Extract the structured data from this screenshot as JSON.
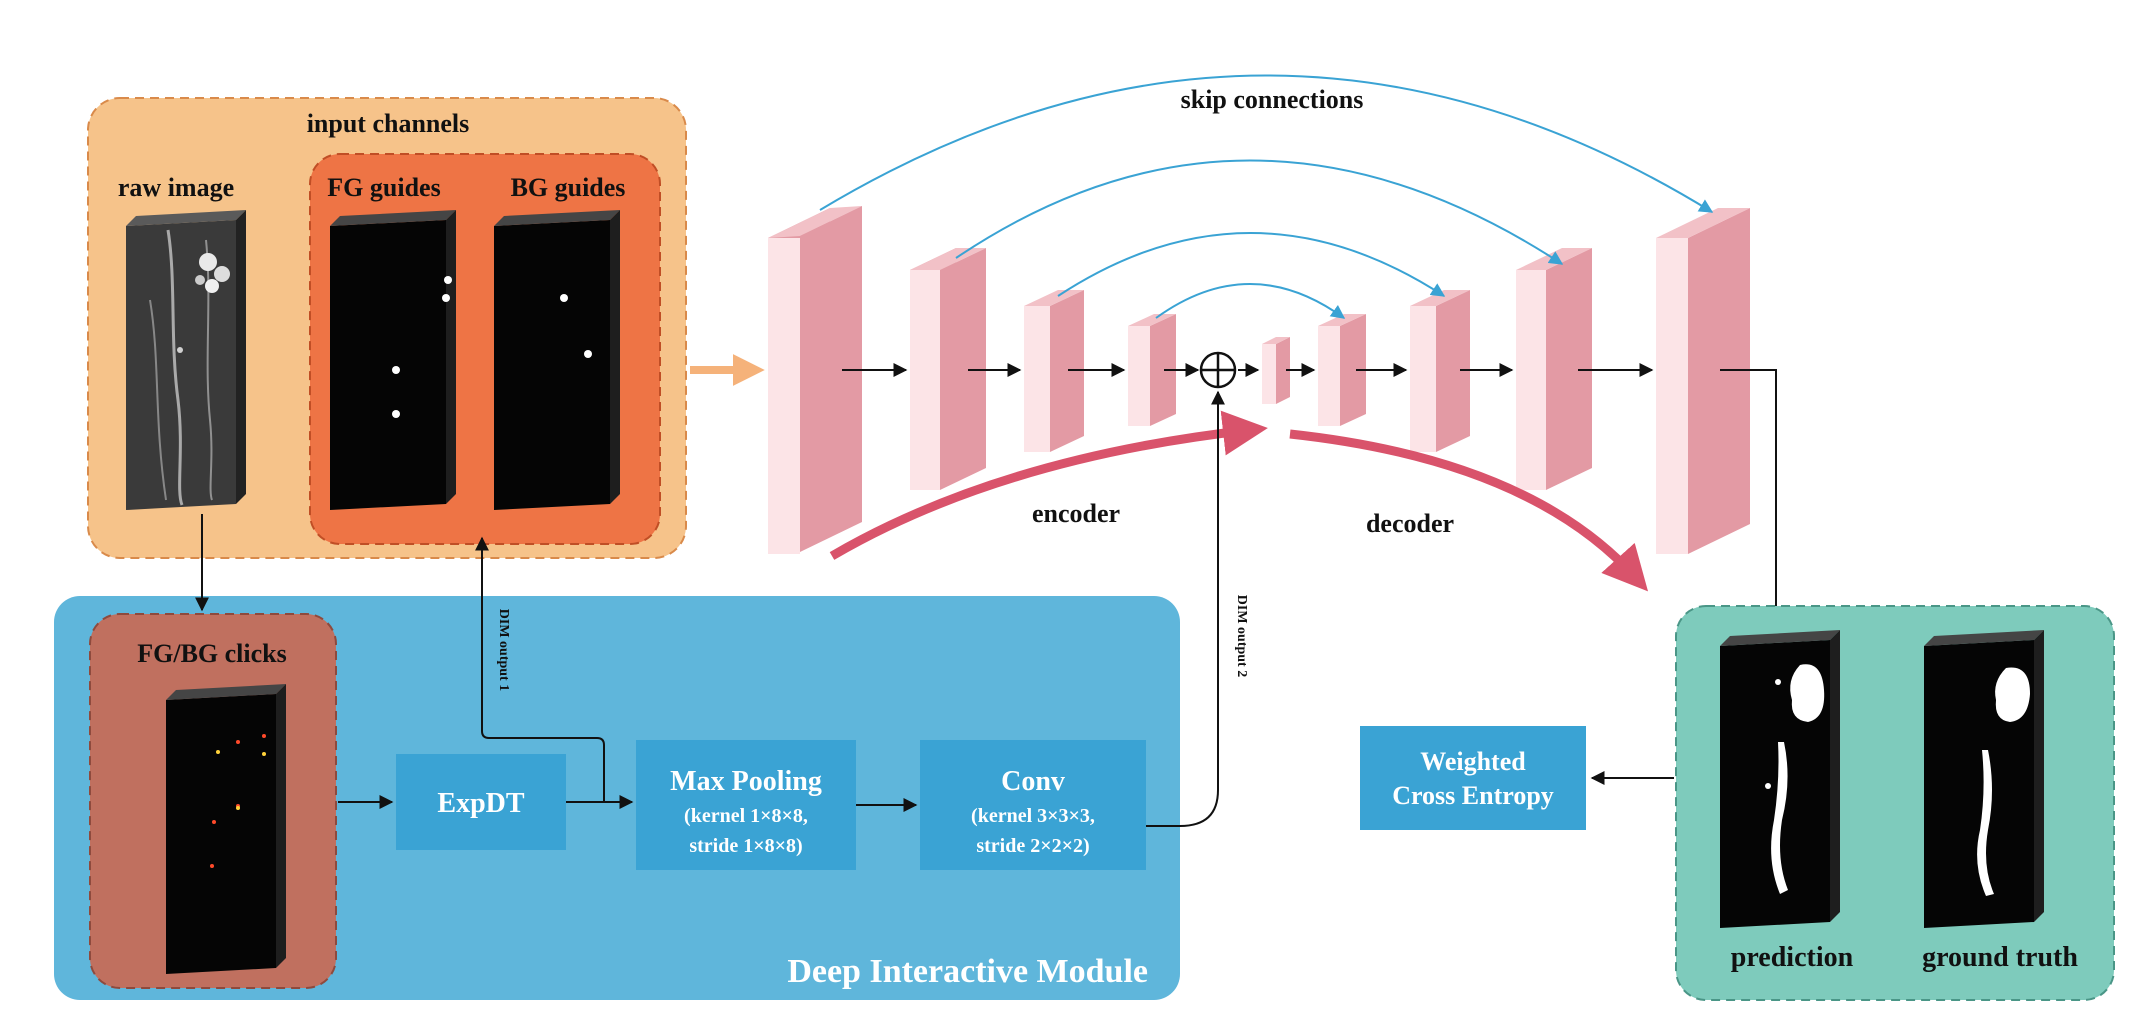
{
  "input_panel": {
    "title": "input channels",
    "raw_image_label": "raw image",
    "fg_guides_label": "FG guides",
    "bg_guides_label": "BG guides"
  },
  "unet": {
    "skip_label": "skip connections",
    "encoder_label": "encoder",
    "decoder_label": "decoder"
  },
  "dim": {
    "title": "Deep Interactive Module",
    "clicks_label": "FG/BG clicks",
    "expdt_label": "ExpDT",
    "maxpool_line1": "Max Pooling",
    "maxpool_line2": "(kernel 1×8×8,",
    "maxpool_line3": "stride 1×8×8)",
    "conv_line1": "Conv",
    "conv_line2": "(kernel 3×3×3,",
    "conv_line3": "stride 2×2×2)",
    "output1_label": "DIM output 1",
    "output2_label": "DIM output 2"
  },
  "loss": {
    "line1": "Weighted",
    "line2": "Cross Entropy"
  },
  "output_panel": {
    "prediction_label": "prediction",
    "ground_truth_label": "ground truth"
  },
  "colors": {
    "input_panel": "#f6c38a",
    "guides_panel": "#ee7445",
    "dim_panel": "#5fb6db",
    "clicks_panel": "#c0705f",
    "process_box": "#3aa3d4",
    "output_panel": "#7ecbbc",
    "block_front": "#fce4e7",
    "block_side": "#e39aa4",
    "red_arrow": "#d9536b",
    "skip_arrow": "#3aa3d4",
    "orange_arrow": "#f5b27a"
  }
}
